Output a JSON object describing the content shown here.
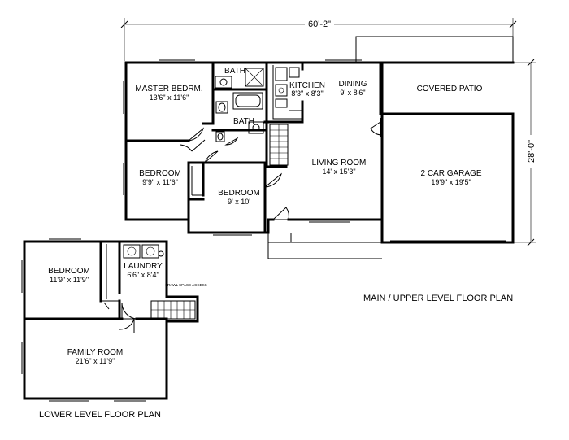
{
  "dimensions": {
    "width": "60'-2\"",
    "depth": "28'-0\""
  },
  "main_level": {
    "title": "MAIN / UPPER LEVEL FLOOR PLAN",
    "rooms": {
      "master_bedroom": {
        "name": "MASTER BEDRM.",
        "size": "13'6\" x 11'6\""
      },
      "bath_upper": {
        "name": "BATH"
      },
      "bath_lower": {
        "name": "BATH"
      },
      "kitchen": {
        "name": "KITCHEN",
        "size": "8'3\" x 8'3\""
      },
      "dining": {
        "name": "DINING",
        "size": "9' x 8'6\""
      },
      "covered_patio": {
        "name": "COVERED PATIO"
      },
      "bedroom_left": {
        "name": "BEDROOM",
        "size": "9'9\" x 11'6\""
      },
      "bedroom_center": {
        "name": "BEDROOM",
        "size": "9' x 10'"
      },
      "living_room": {
        "name": "LIVING ROOM",
        "size": "14' x 15'3\""
      },
      "garage": {
        "name": "2 CAR GARAGE",
        "size": "19'9\" x 19'5\""
      }
    }
  },
  "lower_level": {
    "title": "LOWER LEVEL FLOOR PLAN",
    "rooms": {
      "bedroom": {
        "name": "BEDROOM",
        "size": "11'9\" x 11'9\""
      },
      "laundry": {
        "name": "LAUNDRY",
        "size": "6'6\" x 8'4\""
      },
      "family_room": {
        "name": "FAMILY ROOM",
        "size": "21'6\" x 11'9\""
      }
    },
    "notes": {
      "crawl_access": "CRAWL SPACE ACCESS"
    }
  }
}
